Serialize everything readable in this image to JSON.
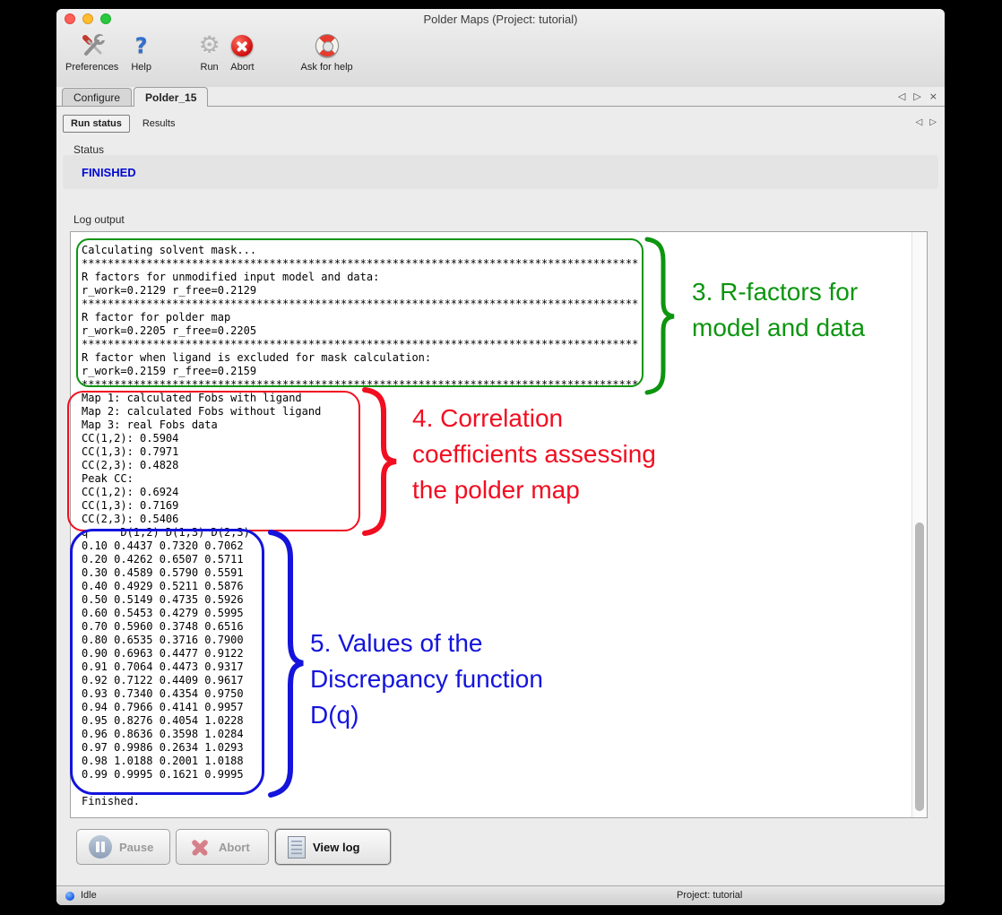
{
  "window": {
    "title": "Polder Maps (Project: tutorial)"
  },
  "toolbar": {
    "items": [
      {
        "label": "Preferences",
        "icon": "tools-icon"
      },
      {
        "label": "Help",
        "icon": "question-icon",
        "glyph": "?"
      },
      {
        "label": "Run",
        "icon": "gear-icon",
        "glyph": "⚙"
      },
      {
        "label": "Abort",
        "icon": "stop-icon"
      },
      {
        "label": "Ask for help",
        "icon": "lifebuoy-icon"
      }
    ]
  },
  "nav": {
    "back": "◁",
    "forward": "▷",
    "close": "×"
  },
  "tabs": [
    {
      "label": "Configure",
      "active": false
    },
    {
      "label": "Polder_15",
      "active": true
    }
  ],
  "subtabs": [
    {
      "label": "Run status",
      "active": true
    },
    {
      "label": "Results",
      "active": false
    }
  ],
  "status": {
    "label": "Status",
    "value": "FINISHED",
    "color": "#0008d2"
  },
  "log": {
    "label": "Log output",
    "lines": [
      "Calculating solvent mask...",
      "**************************************************************************************",
      "R factors for unmodified input model and data:",
      "r_work=0.2129 r_free=0.2129",
      "**************************************************************************************",
      "R factor for polder map",
      "r_work=0.2205 r_free=0.2205",
      "**************************************************************************************",
      "R factor when ligand is excluded for mask calculation:",
      "r_work=0.2159 r_free=0.2159",
      "**************************************************************************************",
      "Map 1: calculated Fobs with ligand",
      "Map 2: calculated Fobs without ligand",
      "Map 3: real Fobs data",
      "CC(1,2): 0.5904",
      "CC(1,3): 0.7971",
      "CC(2,3): 0.4828",
      "Peak CC:",
      "CC(1,2): 0.6924",
      "CC(1,3): 0.7169",
      "CC(2,3): 0.5406",
      "q     D(1,2) D(1,3) D(2,3)",
      "0.10 0.4437 0.7320 0.7062",
      "0.20 0.4262 0.6507 0.5711",
      "0.30 0.4589 0.5790 0.5591",
      "0.40 0.4929 0.5211 0.5876",
      "0.50 0.5149 0.4735 0.5926",
      "0.60 0.5453 0.4279 0.5995",
      "0.70 0.5960 0.3748 0.6516",
      "0.80 0.6535 0.3716 0.7900",
      "0.90 0.6963 0.4477 0.9122",
      "0.91 0.7064 0.4473 0.9317",
      "0.92 0.7122 0.4409 0.9617",
      "0.93 0.7340 0.4354 0.9750",
      "0.94 0.7966 0.4141 0.9957",
      "0.95 0.8276 0.4054 1.0228",
      "0.96 0.8636 0.3598 1.0284",
      "0.97 0.9986 0.2634 1.0293",
      "0.98 1.0188 0.2001 1.0188",
      "0.99 0.9995 0.1621 0.9995",
      "",
      "Finished."
    ]
  },
  "annotations": [
    {
      "text": "3. R-factors for\nmodel and data",
      "color": "#0d9510"
    },
    {
      "text": "4. Correlation\ncoefficients assessing\nthe polder map",
      "color": "#f10e21"
    },
    {
      "text": "5. Values of the\nDiscrepancy function\nD(q)",
      "color": "#1414dc"
    }
  ],
  "action_buttons": [
    {
      "label": "Pause",
      "enabled": false
    },
    {
      "label": "Abort",
      "enabled": false
    },
    {
      "label": "View log",
      "enabled": true
    }
  ],
  "statusbar": {
    "state": "Idle",
    "project": "Project: tutorial"
  }
}
